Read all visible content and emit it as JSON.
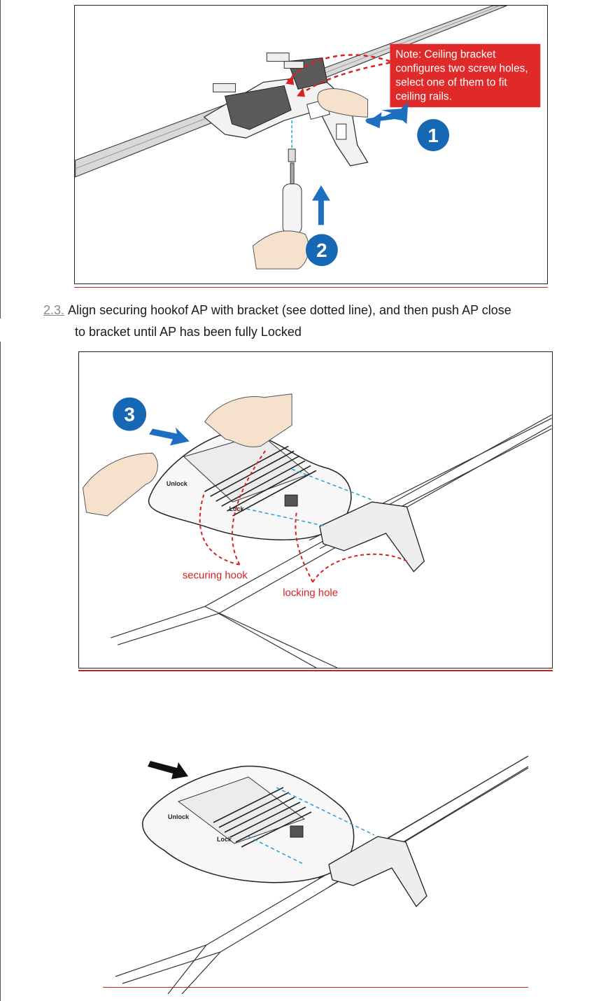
{
  "figure1": {
    "note_text": [
      "Note: Ceiling bracket",
      "configures two screw holes,",
      "select one of them to fit",
      "ceiling rails."
    ],
    "badges": [
      "1",
      "2"
    ],
    "colors": {
      "note_bg": "#e02a2a",
      "badge": "#1667b4",
      "arrow": "#1d6fbf",
      "dotted_guide": "#d62222"
    }
  },
  "step": {
    "number_old": "2.",
    "number_new": "3.",
    "text_line1": "Align securing hookof AP with bracket (see dotted line), and then push AP close",
    "text_line2": "to bracket until AP has been fully Locked"
  },
  "figure2": {
    "badge": "3",
    "label_securing_hook": "securing hook",
    "label_locking_hole": "locking hole",
    "device_label_unlock": "Unlock",
    "device_label_lock": "Lock"
  },
  "figure3": {
    "device_label_unlock": "Unlock",
    "device_label_lock": "Lock"
  }
}
